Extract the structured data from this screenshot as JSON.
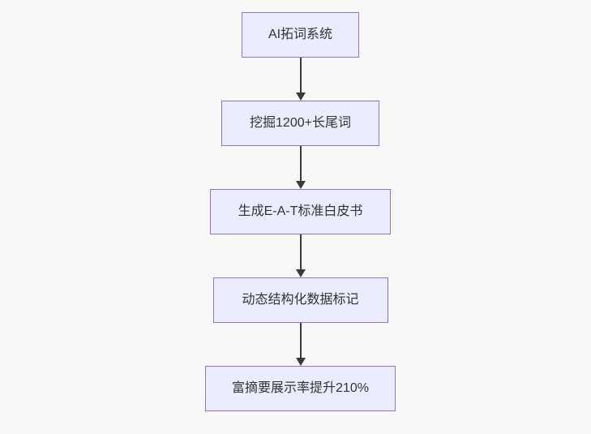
{
  "diagram": {
    "type": "flowchart",
    "direction": "top-to-bottom",
    "style": {
      "bg": "#f8f8f8",
      "node_fill": "#ECECFF",
      "node_border": "#9370DB",
      "text_color": "#333333",
      "arrow_color": "#3a3a3a"
    },
    "nodes": [
      {
        "id": "node-1",
        "label": "AI拓词系统"
      },
      {
        "id": "node-2",
        "label": "挖掘1200+长尾词"
      },
      {
        "id": "node-3",
        "label": "生成E-A-T标准白皮书"
      },
      {
        "id": "node-4",
        "label": "动态结构化数据标记"
      },
      {
        "id": "node-5",
        "label": "富摘要展示率提升210%"
      }
    ],
    "edges": [
      {
        "from": "node-1",
        "to": "node-2",
        "arrow": "down"
      },
      {
        "from": "node-2",
        "to": "node-3",
        "arrow": "down"
      },
      {
        "from": "node-3",
        "to": "node-4",
        "arrow": "down"
      },
      {
        "from": "node-4",
        "to": "node-5",
        "arrow": "down"
      }
    ]
  }
}
